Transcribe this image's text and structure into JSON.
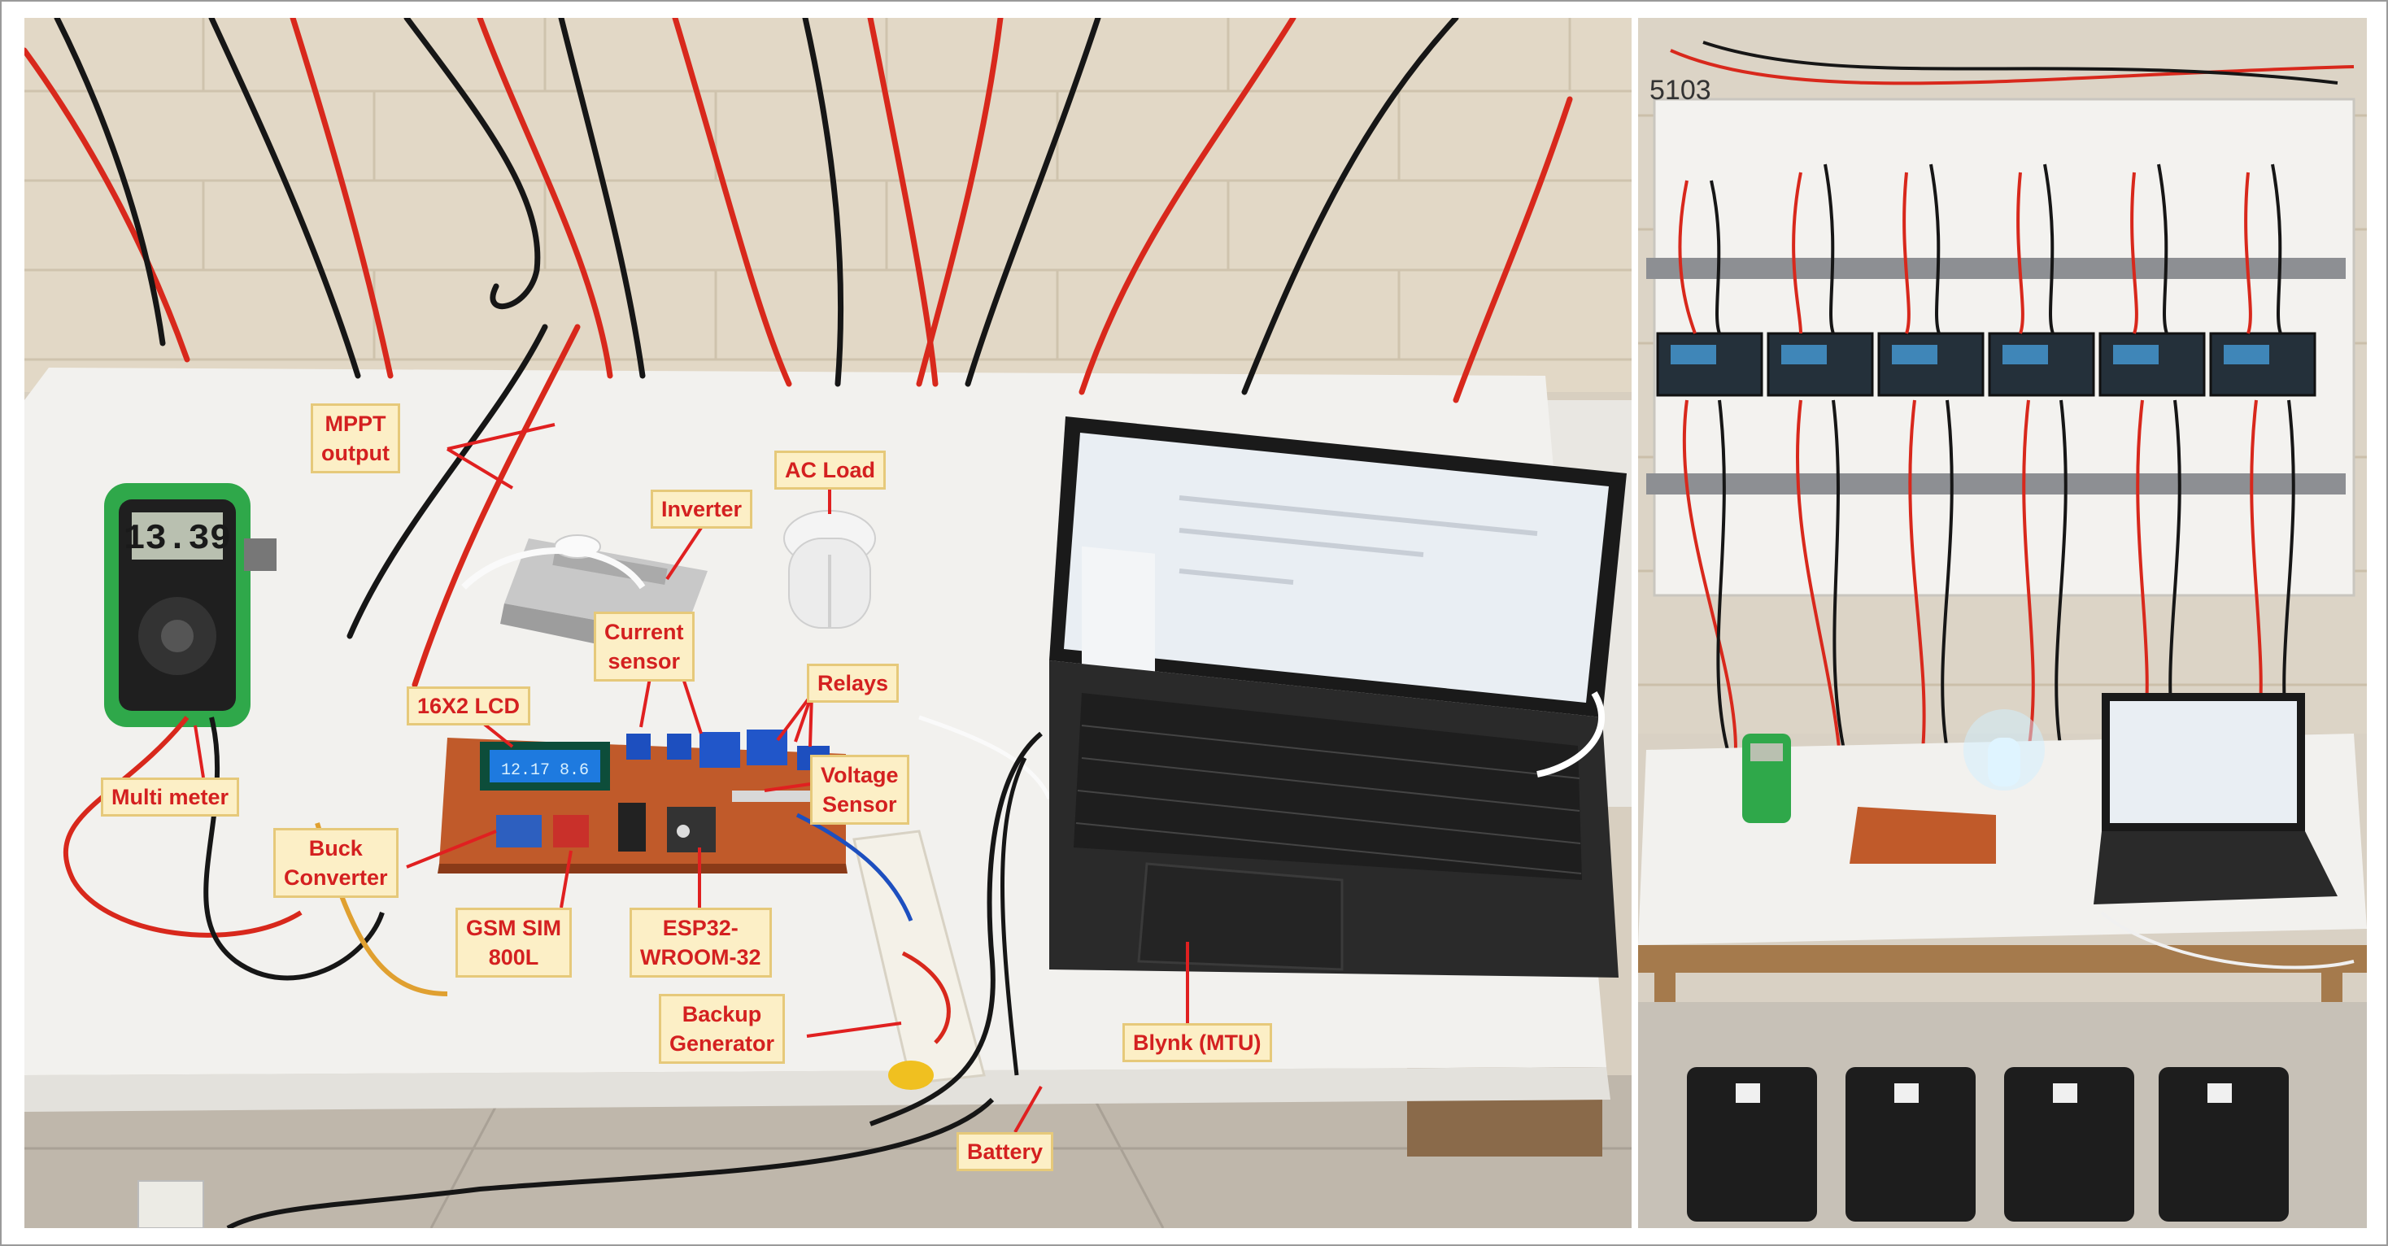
{
  "labels": {
    "mppt_output": "MPPT\noutput",
    "ac_load": "AC Load",
    "inverter": "Inverter",
    "current_sensor": "Current\nsensor",
    "relays": "Relays",
    "lcd": "16X2 LCD",
    "voltage_sensor": "Voltage\nSensor",
    "multimeter": "Multi meter",
    "buck_converter": "Buck\nConverter",
    "gsm": "GSM SIM\n800L",
    "esp32": "ESP32-\nWROOM-32",
    "backup_generator": "Backup\nGenerator",
    "blynk": "Blynk (MTU)",
    "battery": "Battery"
  },
  "multimeter_display": "13.39",
  "lcd_display": "12.17 8.6",
  "wall_marking": "5103",
  "colors": {
    "label_text": "#d42020",
    "label_bg": "#fcefc6",
    "label_border": "#e6c97a",
    "pointer": "#e02020",
    "wire_red": "#d8281c",
    "wire_black": "#161616"
  }
}
